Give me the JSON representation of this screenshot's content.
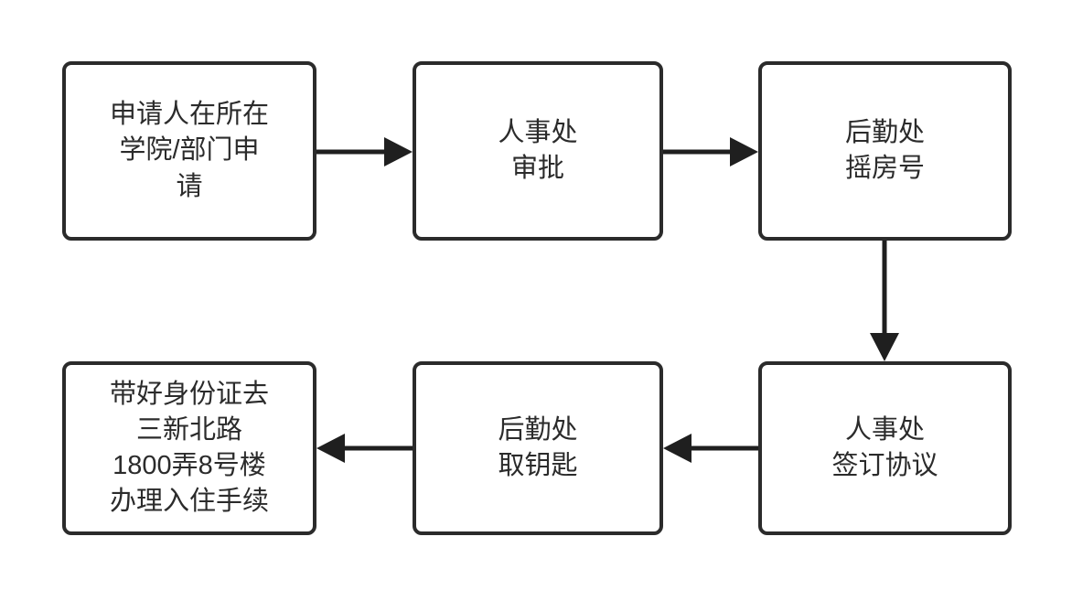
{
  "diagram": {
    "type": "flowchart",
    "nodes": [
      {
        "id": "apply",
        "label": "申请人在所在\n学院/部门申\n请"
      },
      {
        "id": "hr-approval",
        "label": "人事处\n审批"
      },
      {
        "id": "room-lottery",
        "label": "后勤处\n摇房号"
      },
      {
        "id": "hr-agreement",
        "label": "人事处\n签订协议"
      },
      {
        "id": "get-key",
        "label": "后勤处\n取钥匙"
      },
      {
        "id": "check-in",
        "label": "带好身份证去\n三新北路\n1800弄8号楼\n办理入住手续"
      }
    ],
    "edges": [
      {
        "from": "apply",
        "to": "hr-approval",
        "direction": "right"
      },
      {
        "from": "hr-approval",
        "to": "room-lottery",
        "direction": "right"
      },
      {
        "from": "room-lottery",
        "to": "hr-agreement",
        "direction": "down"
      },
      {
        "from": "hr-agreement",
        "to": "get-key",
        "direction": "left"
      },
      {
        "from": "get-key",
        "to": "check-in",
        "direction": "left"
      }
    ],
    "colors": {
      "background": "#ffffff",
      "node_fill": "#ffffff",
      "node_border": "#2b2b2b",
      "arrow": "#1f1f1f",
      "text": "#2b2b2b"
    }
  }
}
